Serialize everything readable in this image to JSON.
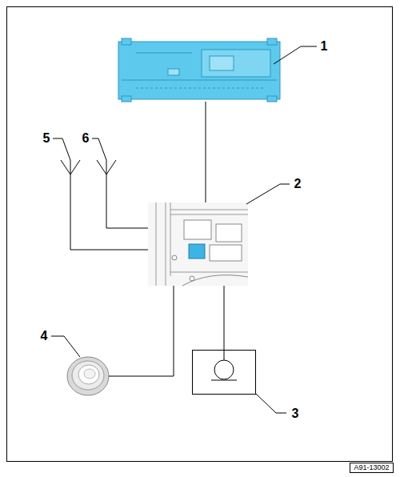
{
  "diagram": {
    "nodes": [
      {
        "text": [
          "1"
        ]
      },
      {
        "text": [
          "5"
        ]
      },
      {
        "text": [
          "6"
        ]
      },
      {
        "text": [
          "2"
        ]
      },
      {
        "text": [
          "4"
        ]
      },
      {
        "text": [
          "3"
        ]
      },
      {
        "text": [
          "A91-13002"
        ]
      }
    ],
    "edges": [
      {
        "from": 0,
        "to": 3,
        "arrow": "none"
      },
      {
        "from": 1,
        "to": 3,
        "arrow": "none"
      },
      {
        "from": 2,
        "to": 3,
        "arrow": "none"
      },
      {
        "from": 3,
        "to": 4,
        "arrow": "none"
      },
      {
        "from": 3,
        "to": 5,
        "arrow": "none"
      }
    ]
  }
}
